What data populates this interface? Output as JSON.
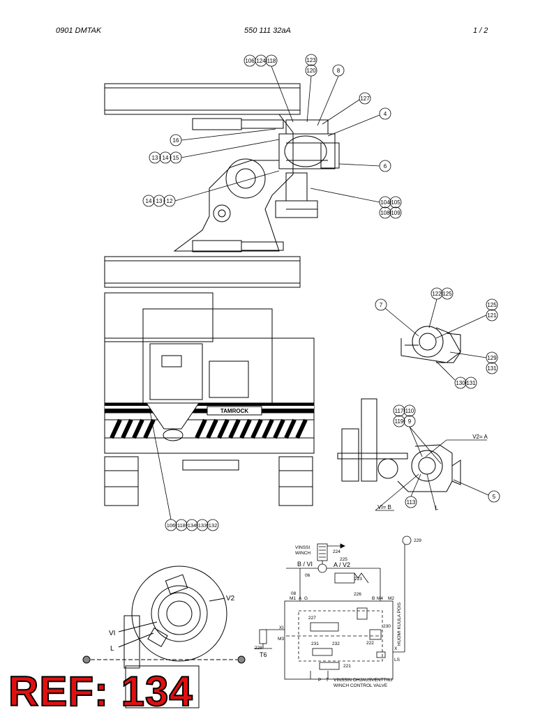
{
  "header": {
    "left": "0901   DMTAK",
    "center": "550 111 32aA",
    "right": "1 /  2"
  },
  "brand_label": "TAMROCK",
  "callouts_top": [
    "106",
    "124",
    "118",
    "123",
    "120",
    "8",
    "127",
    "4",
    "16",
    "13",
    "14",
    "15",
    "6",
    "14",
    "13",
    "12",
    "104",
    "105",
    "108",
    "109"
  ],
  "callouts_right_upper": [
    "7",
    "122",
    "125",
    "125",
    "121",
    "129",
    "131",
    "130",
    "131"
  ],
  "callouts_right_lower": [
    "117",
    "110",
    "119",
    "9",
    "5",
    "113"
  ],
  "callouts_bottom_body": [
    "106",
    "118",
    "134",
    "133",
    "132"
  ],
  "right_lower_labels": {
    "v2_a": "V2= A",
    "v1_b": "VI= B",
    "l": "L"
  },
  "winch_detail_labels": {
    "v2": "V2",
    "v1": "VI",
    "l": "L",
    "c1": "229",
    "c2": "226"
  },
  "schematic": {
    "title1": "VINSSI",
    "title2": "WINCH",
    "b_vi": "B / VI",
    "a_v2": "A / V2",
    "port_labels": [
      "08",
      "M1",
      "A",
      "G",
      "B",
      "M4",
      "M2",
      "XI",
      "M3",
      "T6",
      "P",
      "T"
    ],
    "component_numbers": [
      "224",
      "225",
      "223",
      "226",
      "227",
      "228",
      "229",
      "230",
      "231",
      "232",
      "222",
      "221",
      "06"
    ],
    "side_note": "HUOM! KUULA POIS",
    "valve_label1": "VINSSIN OHJAUSVENTTIILI",
    "valve_label2": "WINCH CONTROL VALVE",
    "ls": "LS",
    "x": "X"
  },
  "ref_stamp": "REF: 134",
  "colors": {
    "ink": "#000000",
    "ref_fill": "#e01010"
  }
}
